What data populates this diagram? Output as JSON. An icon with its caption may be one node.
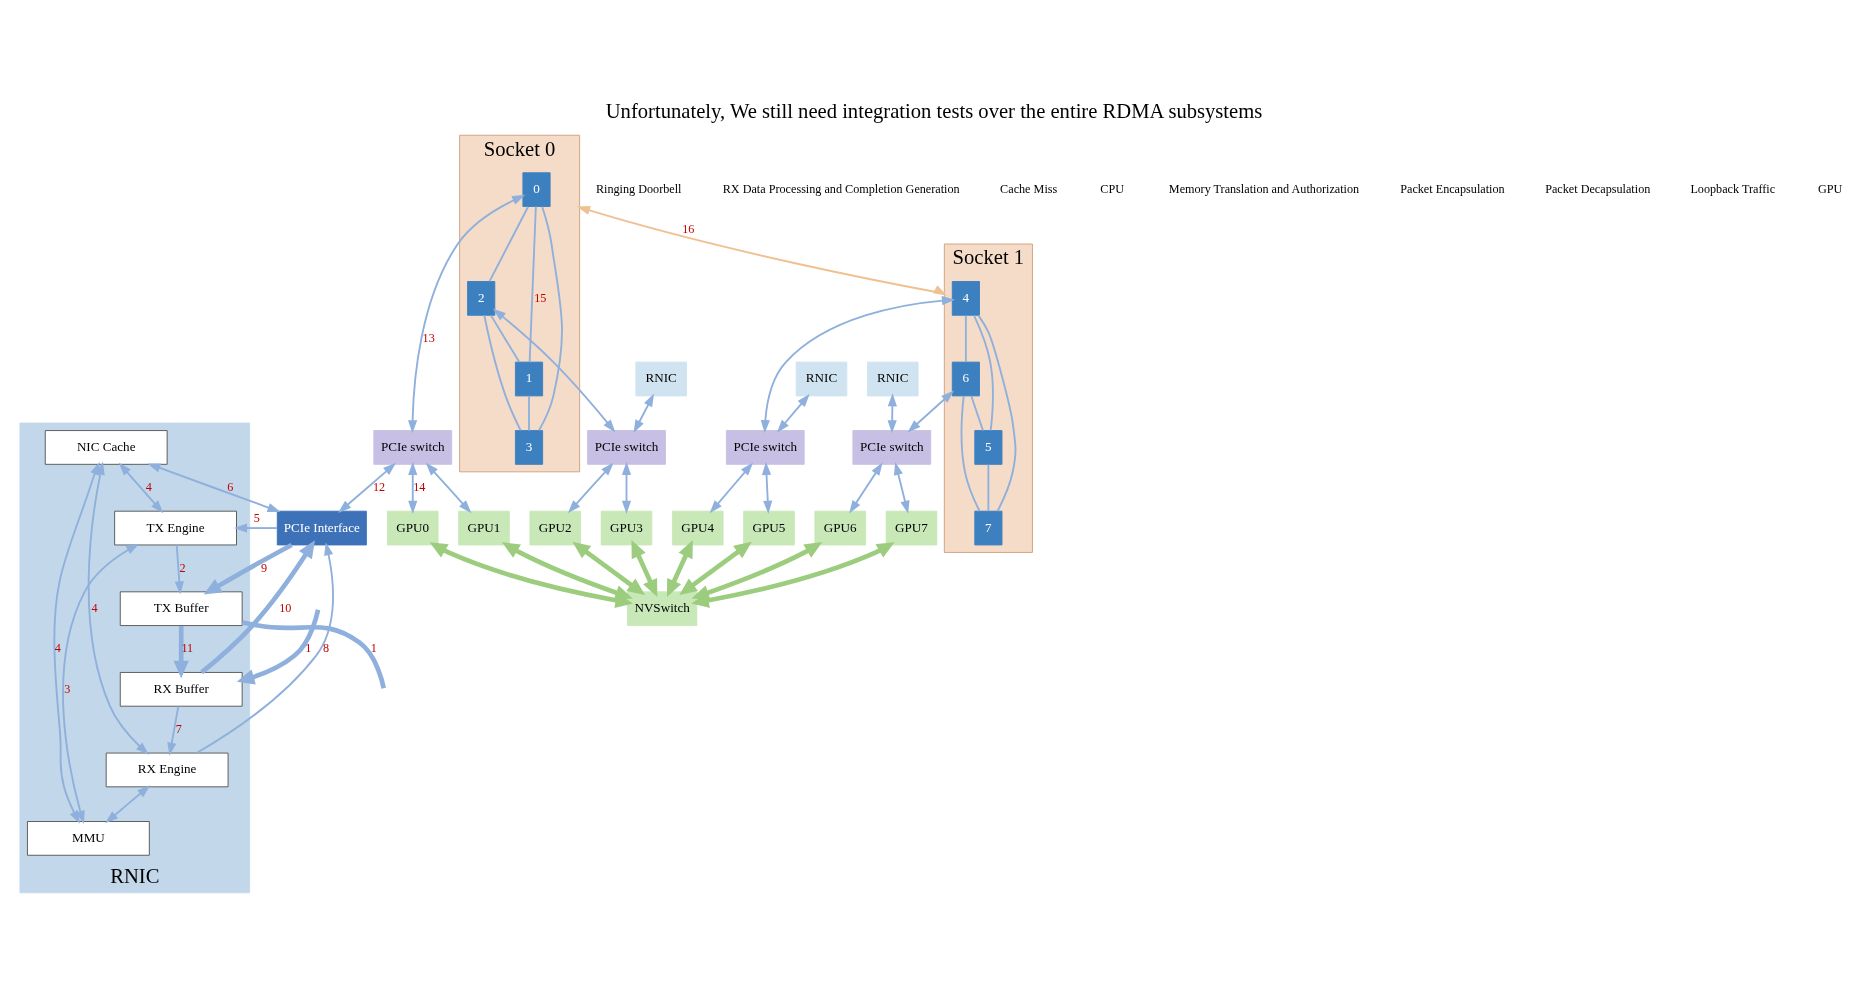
{
  "diagram": {
    "title": "Unfortunately, We still need integration tests over the entire RDMA subsystems",
    "nodes": [
      {
        "text": [
          "RNIC"
        ]
      },
      {
        "text": [
          "PCIe Interface"
        ]
      },
      {
        "text": [
          "NIC Cache"
        ],
        "in": 0
      },
      {
        "text": [
          "MMU"
        ],
        "in": 0
      },
      {
        "text": [
          "TX Engine"
        ],
        "in": 0
      },
      {
        "text": [
          "RX Engine"
        ],
        "in": 0
      },
      {
        "text": [
          "TX Buffer"
        ],
        "in": 0
      },
      {
        "text": [
          "RX Buffer"
        ],
        "in": 0
      },
      {
        "text": [
          "Socket 0"
        ]
      },
      {
        "text": [
          "0"
        ],
        "in": 8
      },
      {
        "text": [
          "2"
        ],
        "in": 8
      },
      {
        "text": [
          "1"
        ],
        "in": 8
      },
      {
        "text": [
          "3"
        ],
        "in": 8
      },
      {
        "text": [
          "Socket 1"
        ]
      },
      {
        "text": [
          "4"
        ],
        "in": 13
      },
      {
        "text": [
          "6"
        ],
        "in": 13
      },
      {
        "text": [
          "5"
        ],
        "in": 13
      },
      {
        "text": [
          "7"
        ],
        "in": 13
      },
      {
        "text": [
          "RNIC"
        ]
      },
      {
        "text": [
          "RNIC"
        ]
      },
      {
        "text": [
          "RNIC"
        ]
      },
      {
        "text": [
          "PCIe switch"
        ]
      },
      {
        "text": [
          "PCIe switch"
        ]
      },
      {
        "text": [
          "PCIe switch"
        ]
      },
      {
        "text": [
          "PCIe switch"
        ]
      },
      {
        "text": [
          "GPU0"
        ]
      },
      {
        "text": [
          "GPU1"
        ]
      },
      {
        "text": [
          "GPU2"
        ]
      },
      {
        "text": [
          "GPU3"
        ]
      },
      {
        "text": [
          "GPU4"
        ]
      },
      {
        "text": [
          "GPU5"
        ]
      },
      {
        "text": [
          "GPU6"
        ]
      },
      {
        "text": [
          "GPU7"
        ]
      },
      {
        "text": [
          "NVSwitch"
        ]
      }
    ],
    "edges": [
      {
        "from": 1,
        "to": 4,
        "arrow": "to",
        "label": "5"
      },
      {
        "from": 1,
        "to": 2,
        "arrow": "both",
        "label": "6"
      },
      {
        "from": 2,
        "to": 4,
        "arrow": "both",
        "label": "4"
      },
      {
        "from": 2,
        "to": 3,
        "arrow": "both",
        "label": "4"
      },
      {
        "from": 2,
        "to": 5,
        "arrow": "both",
        "label": "4"
      },
      {
        "from": 4,
        "to": 3,
        "arrow": "both",
        "label": "3"
      },
      {
        "from": 5,
        "to": 3,
        "arrow": "both"
      },
      {
        "from": 4,
        "to": 6,
        "arrow": "to",
        "label": "2"
      },
      {
        "from": 7,
        "to": 5,
        "arrow": "to",
        "label": "7"
      },
      {
        "from": 5,
        "to": 1,
        "arrow": "to",
        "label": "8"
      },
      {
        "from": 1,
        "to": 6,
        "arrow": "to",
        "label": "9",
        "style": "thick"
      },
      {
        "from": 7,
        "to": 1,
        "arrow": "to",
        "label": "10",
        "style": "thick"
      },
      {
        "from": 6,
        "to": 7,
        "arrow": "to",
        "label": "11",
        "style": "thick"
      },
      {
        "from": 6,
        "to": null,
        "arrow": "none",
        "label": "1",
        "style": "thick"
      },
      {
        "from": null,
        "to": 7,
        "arrow": "to",
        "label": "1",
        "style": "thick"
      },
      {
        "from": 21,
        "to": 1,
        "arrow": "both",
        "label": "12"
      },
      {
        "from": 9,
        "to": 21,
        "arrow": "both",
        "label": "13"
      },
      {
        "from": 9,
        "to": 10,
        "arrow": "none"
      },
      {
        "from": 9,
        "to": 11,
        "arrow": "none",
        "label": "15"
      },
      {
        "from": 10,
        "to": 12,
        "arrow": "none"
      },
      {
        "from": 11,
        "to": 12,
        "arrow": "none"
      },
      {
        "from": 9,
        "to": 12,
        "arrow": "none"
      },
      {
        "from": 10,
        "to": 11,
        "arrow": "none"
      },
      {
        "from": 14,
        "to": 15,
        "arrow": "none"
      },
      {
        "from": 14,
        "to": 16,
        "arrow": "none"
      },
      {
        "from": 15,
        "to": 17,
        "arrow": "none"
      },
      {
        "from": 16,
        "to": 17,
        "arrow": "none"
      },
      {
        "from": 14,
        "to": 17,
        "arrow": "none"
      },
      {
        "from": 15,
        "to": 16,
        "arrow": "none"
      },
      {
        "from": 8,
        "to": 13,
        "arrow": "both",
        "label": "16",
        "color": "#f0c090"
      },
      {
        "from": 10,
        "to": 22,
        "arrow": "both"
      },
      {
        "from": 14,
        "to": 23,
        "arrow": "both"
      },
      {
        "from": 15,
        "to": 24,
        "arrow": "both"
      },
      {
        "from": 18,
        "to": 22,
        "arrow": "both"
      },
      {
        "from": 19,
        "to": 23,
        "arrow": "both"
      },
      {
        "from": 20,
        "to": 24,
        "arrow": "both"
      },
      {
        "from": 21,
        "to": 25,
        "arrow": "both",
        "label": "14"
      },
      {
        "from": 21,
        "to": 26,
        "arrow": "both"
      },
      {
        "from": 22,
        "to": 27,
        "arrow": "both"
      },
      {
        "from": 22,
        "to": 28,
        "arrow": "both"
      },
      {
        "from": 23,
        "to": 29,
        "arrow": "both"
      },
      {
        "from": 23,
        "to": 30,
        "arrow": "both"
      },
      {
        "from": 24,
        "to": 31,
        "arrow": "both"
      },
      {
        "from": 24,
        "to": 32,
        "arrow": "both"
      },
      {
        "from": 25,
        "to": 33,
        "arrow": "both",
        "style": "thick",
        "color": "#9ccc7e"
      },
      {
        "from": 26,
        "to": 33,
        "arrow": "both",
        "style": "thick",
        "color": "#9ccc7e"
      },
      {
        "from": 27,
        "to": 33,
        "arrow": "both",
        "style": "thick",
        "color": "#9ccc7e"
      },
      {
        "from": 28,
        "to": 33,
        "arrow": "both",
        "style": "thick",
        "color": "#9ccc7e"
      },
      {
        "from": 29,
        "to": 33,
        "arrow": "both",
        "style": "thick",
        "color": "#9ccc7e"
      },
      {
        "from": 30,
        "to": 33,
        "arrow": "both",
        "style": "thick",
        "color": "#9ccc7e"
      },
      {
        "from": 31,
        "to": 33,
        "arrow": "both",
        "style": "thick",
        "color": "#9ccc7e"
      },
      {
        "from": 32,
        "to": 33,
        "arrow": "both",
        "style": "thick",
        "color": "#9ccc7e"
      }
    ],
    "labels": [
      "Ringing Doorbell",
      "RX Data Processing and Completion Generation",
      "Cache Miss",
      "CPU",
      "Memory Translation and Authorization",
      "Packet Encapsulation",
      "Packet Decapsulation",
      "Loopback Traffic",
      "GPU"
    ]
  }
}
